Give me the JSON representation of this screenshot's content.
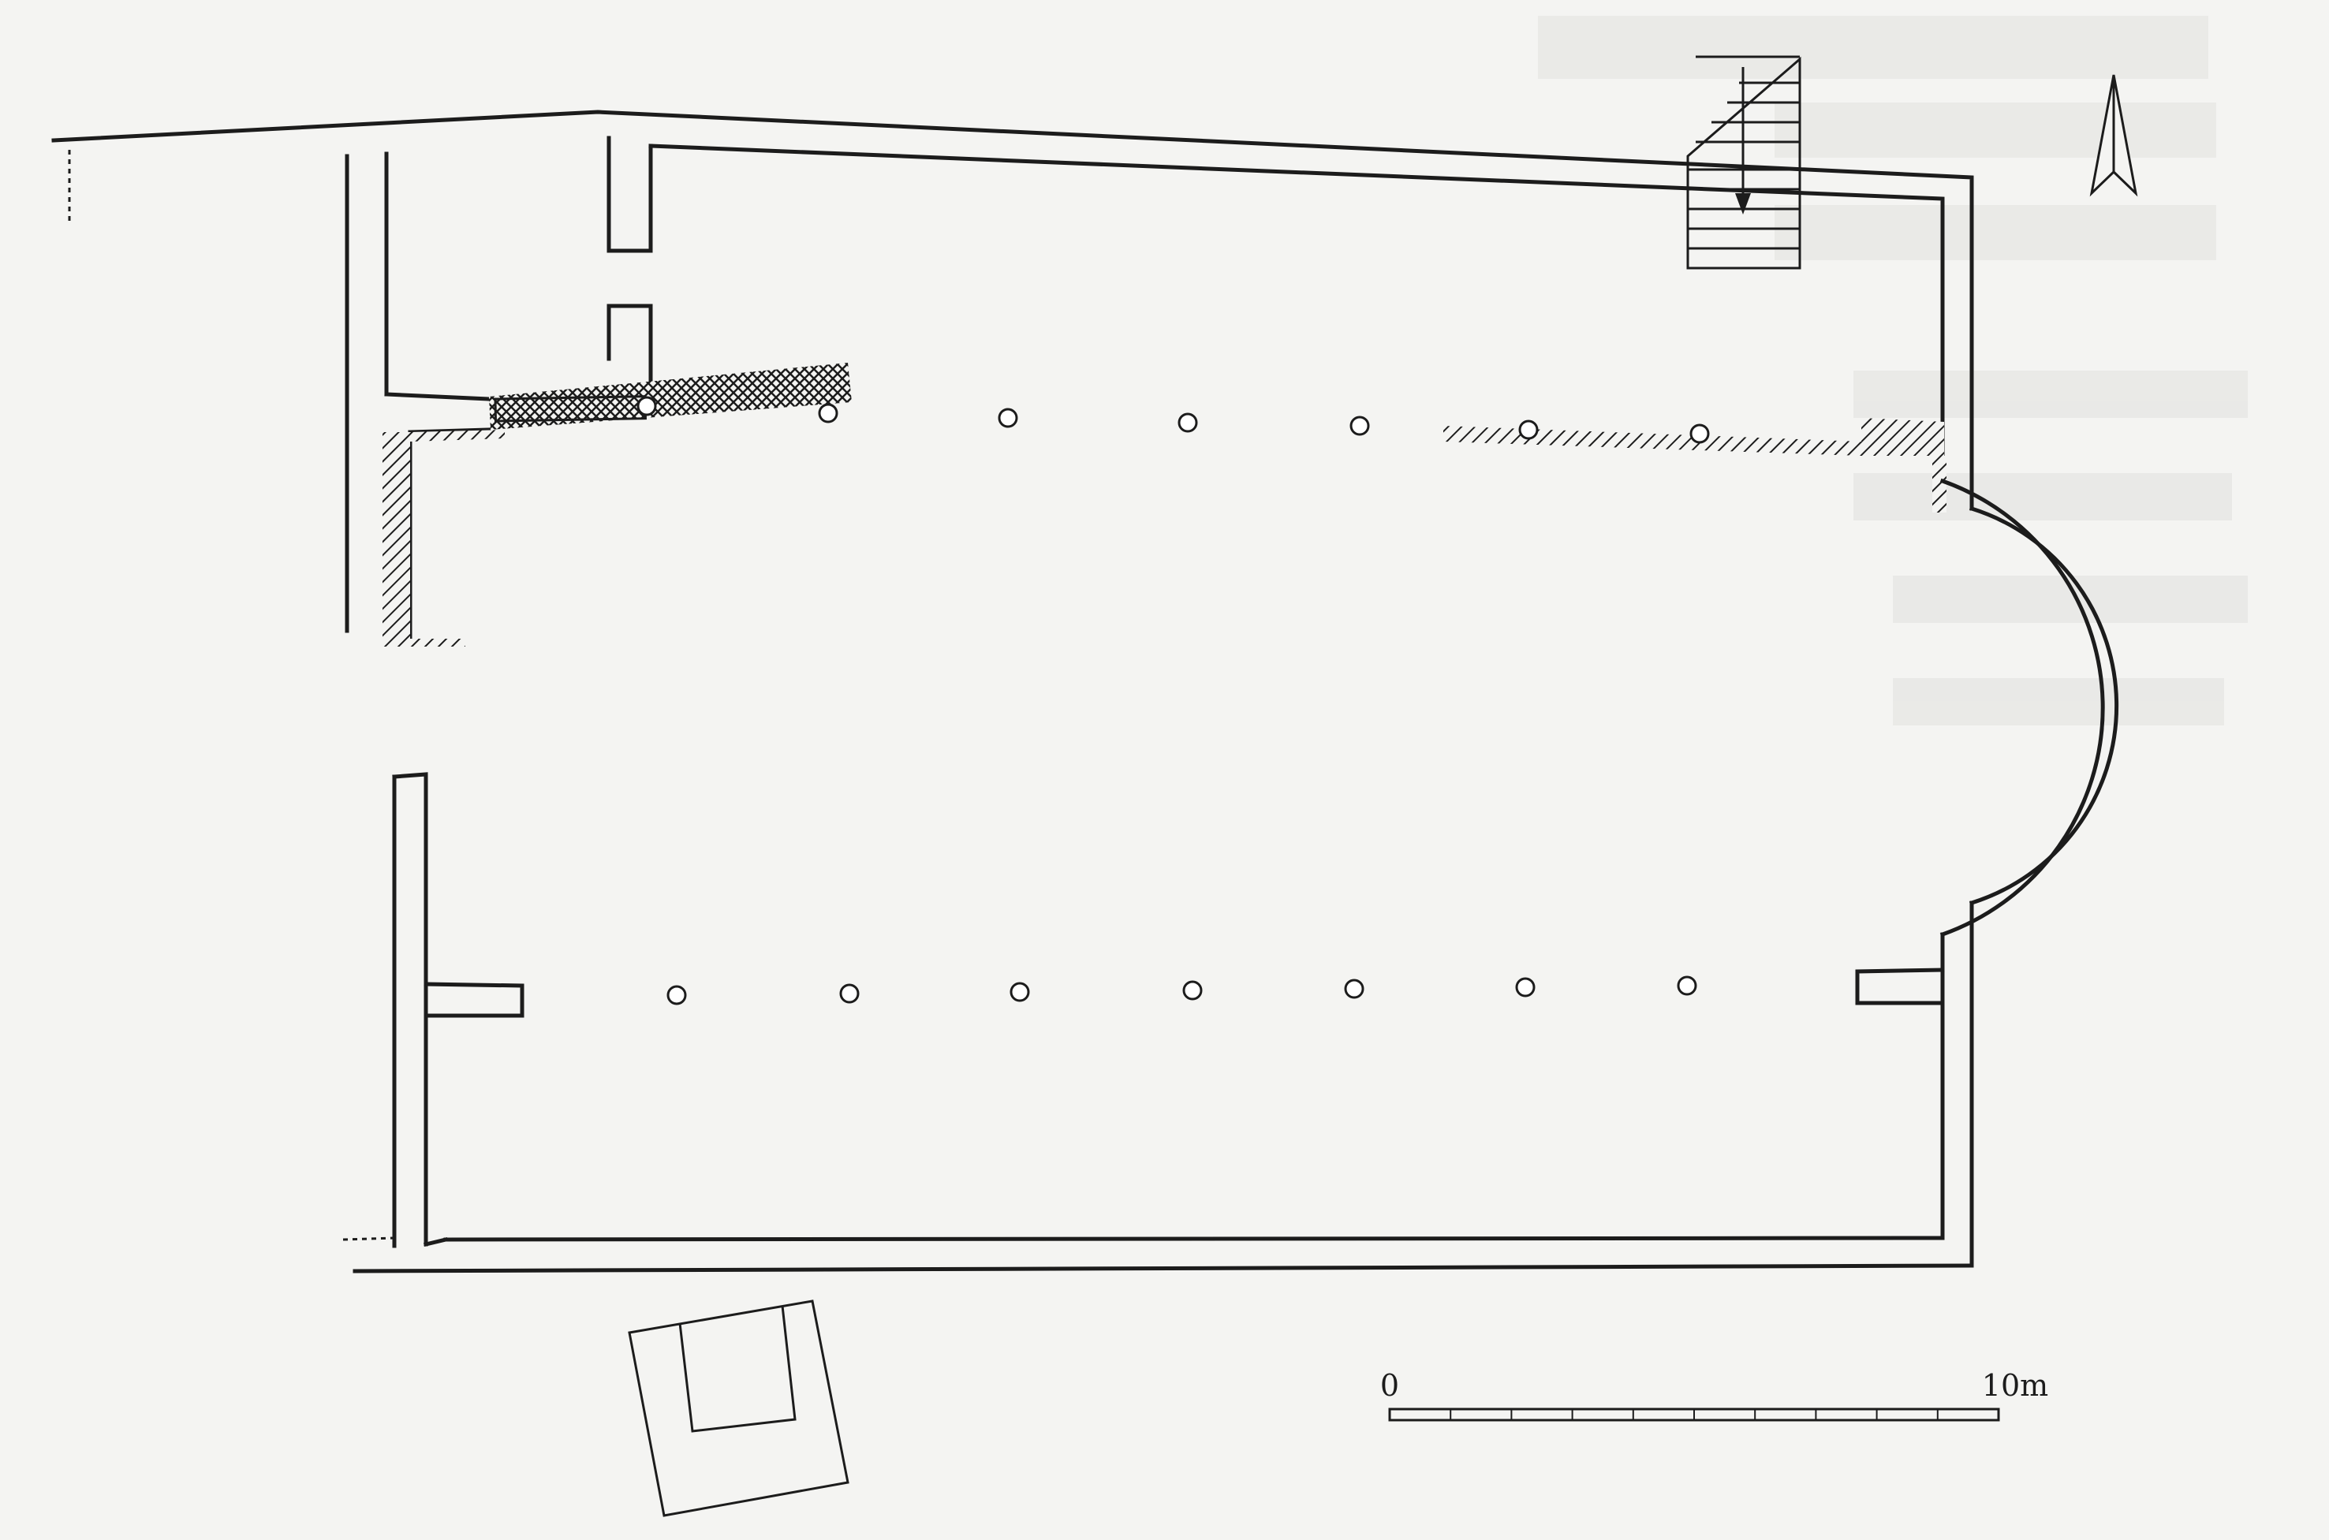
{
  "scale_bar": {
    "start_label": "0",
    "end_label": "10m",
    "segments": 10
  },
  "north_arrow": {
    "icon": "north-arrow-icon"
  },
  "columns": {
    "north_row_count": 7,
    "south_row_count": 7
  },
  "colors": {
    "ink": "#1c1c1c",
    "paper": "#f4f4f2"
  }
}
